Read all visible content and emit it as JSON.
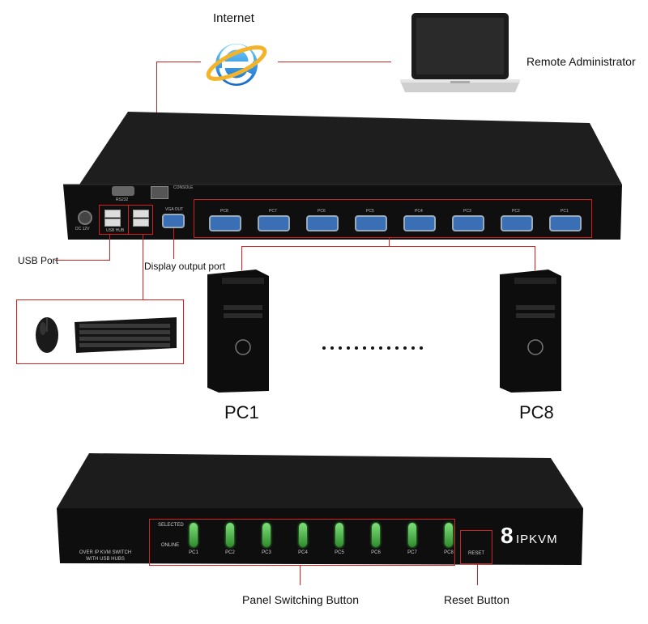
{
  "labels": {
    "internet": "Internet",
    "remote_admin": "Remote Administrator",
    "usb_port": "USB Port",
    "display_output": "Display output port",
    "pc1": "PC1",
    "pc8": "PC8",
    "panel_switching": "Panel Switching Button",
    "reset_button": "Reset Button"
  },
  "top_panel": {
    "console": "CONSOLE",
    "rs232": "RS232",
    "vga_out": "VGA OUT",
    "usb_hub": "USB HUB",
    "dc": "DC 12V",
    "ports": [
      "PC8",
      "PC7",
      "PC6",
      "PC5",
      "PC4",
      "PC3",
      "PC2",
      "PC1"
    ]
  },
  "front_panel": {
    "selected": "SELECTED",
    "online": "ONLINE",
    "model_line1": "OVER IP KVM SWITCH",
    "model_line2": "WITH USB HUBS",
    "buttons": [
      "PC1",
      "PC2",
      "PC3",
      "PC4",
      "PC5",
      "PC6",
      "PC7",
      "PC8"
    ],
    "reset": "RESET",
    "brand_digit": "8",
    "brand_text": "IPKVM"
  },
  "colors": {
    "connector_line": "#d02020",
    "vga_port": "#3a6fb5",
    "led_green": "#4fc24b"
  },
  "icons": {
    "internet": "internet-explorer-icon",
    "laptop": "laptop-icon",
    "mouse": "mouse-icon",
    "keyboard": "keyboard-icon",
    "pc": "tower-pc-icon"
  }
}
